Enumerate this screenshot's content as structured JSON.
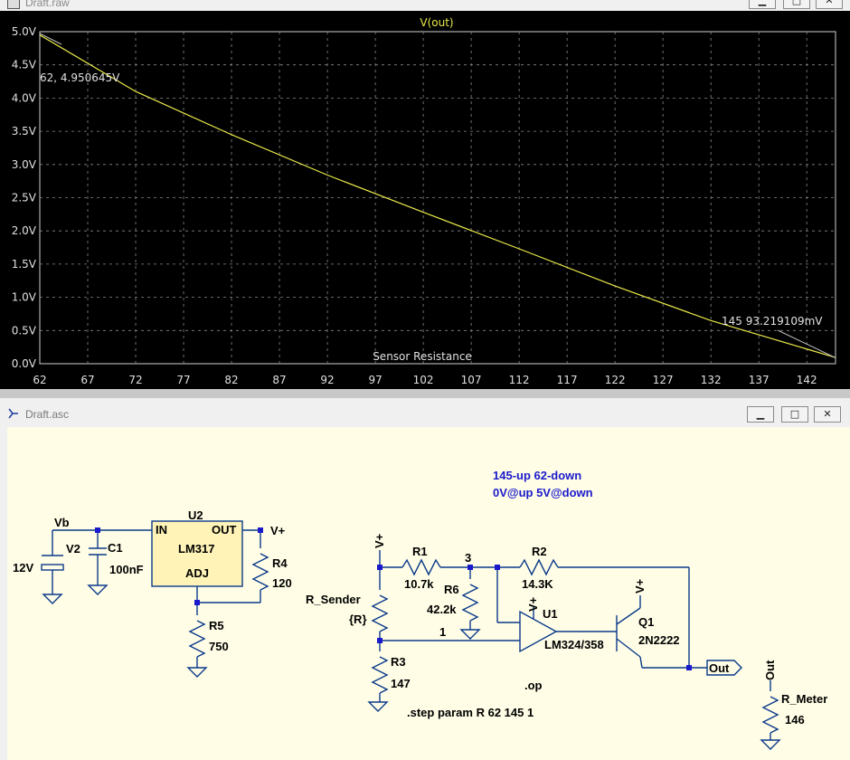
{
  "plot_window": {
    "title": "Draft.raw",
    "trace_label": "V(out)",
    "xlabel": "Sensor Resistance",
    "cursor_start": "62, 4.950645V",
    "cursor_end": "145  93.219109mV",
    "trace_color": "#e8e84a"
  },
  "chart_data": {
    "type": "line",
    "title": "V(out)",
    "xlabel": "Sensor Resistance",
    "ylabel": "",
    "xlim": [
      62,
      145
    ],
    "ylim": [
      0,
      5.0
    ],
    "x_ticks": [
      "62",
      "67",
      "72",
      "77",
      "82",
      "87",
      "92",
      "97",
      "102",
      "107",
      "112",
      "117",
      "122",
      "127",
      "132",
      "137",
      "142"
    ],
    "y_ticks": [
      "0.0V",
      "0.5V",
      "1.0V",
      "1.5V",
      "2.0V",
      "2.5V",
      "3.0V",
      "3.5V",
      "4.0V",
      "4.5V",
      "5.0V"
    ],
    "grid": true,
    "series": [
      {
        "name": "V(out)",
        "x": [
          62,
          72,
          82,
          92,
          102,
          112,
          122,
          132,
          145
        ],
        "y": [
          4.95,
          4.1,
          3.45,
          2.84,
          2.28,
          1.73,
          1.17,
          0.65,
          0.093
        ]
      }
    ]
  },
  "schematic_window": {
    "title": "Draft.asc",
    "win_buttons": [
      "▁",
      "□",
      "✕"
    ],
    "labels": {
      "vb": "Vb",
      "v2": "V2",
      "v2_val": "12V",
      "c1": "C1",
      "c1_val": "100nF",
      "u2": "U2",
      "u2_in": "IN",
      "u2_out": "OUT",
      "u2_part": "LM317",
      "u2_adj": "ADJ",
      "vplus": "V+",
      "r4": "R4",
      "r4_val": "120",
      "r5": "R5",
      "r5_val": "750",
      "r_sender": "R_Sender",
      "r_sender_val": "{R}",
      "r1": "R1",
      "r1_val": "10.7k",
      "node3": "3",
      "r6": "R6",
      "r6_val": "42.2k",
      "r2": "R2",
      "r2_val": "14.3K",
      "node1": "1",
      "u1": "U1",
      "u1_part": "LM324/358",
      "q1": "Q1",
      "q1_part": "2N2222",
      "out": "Out",
      "r3": "R3",
      "r3_val": "147",
      "op": ".op",
      "step": ".step param R 62 145 1",
      "r_meter": "R_Meter",
      "r_meter_val": "146",
      "note1": "145-up   62-down",
      "note2": "0V@up  5V@down"
    }
  }
}
